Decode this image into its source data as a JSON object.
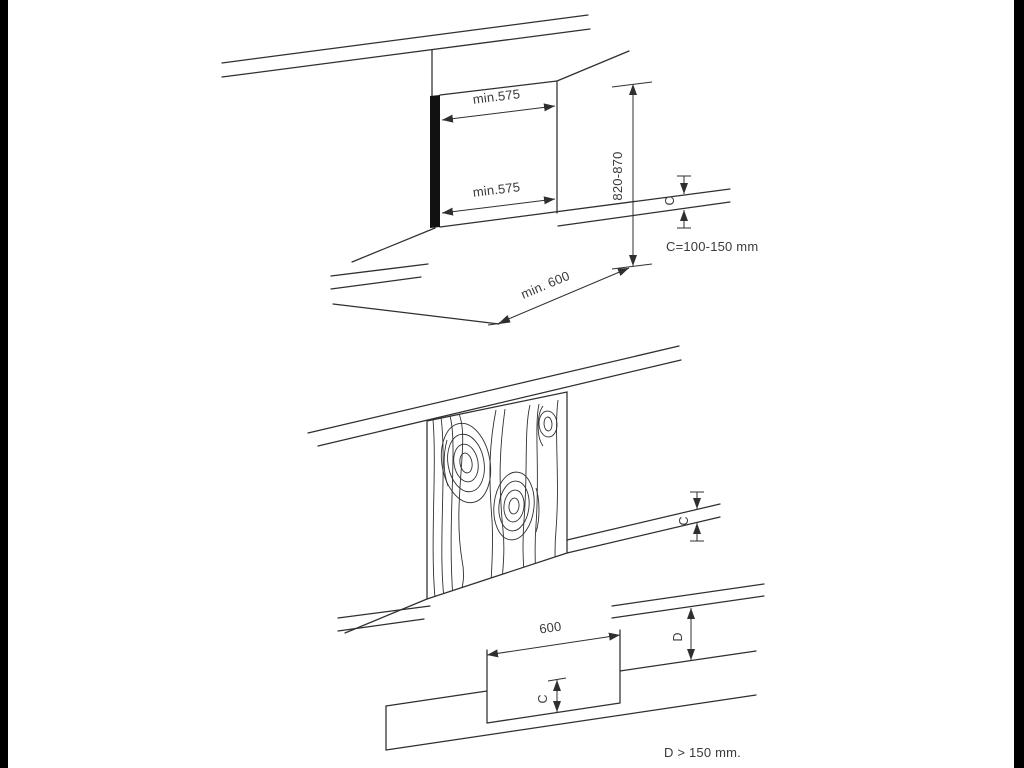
{
  "page": {
    "background": "#ffffff",
    "edge_bar_color": "#000000",
    "line_color": "#2f2f2f",
    "text_color": "#3a3a3a",
    "panel_fill": "#ffffff",
    "ink": "#111111"
  },
  "top_diagram": {
    "dim_width_top": "min.575",
    "dim_width_bottom": "min.575",
    "dim_height": "820-870",
    "dim_depth": "min. 600",
    "label_c": "C",
    "note_c": "C=100-150 mm"
  },
  "bottom_diagram": {
    "label_c_upper": "C",
    "dim_width": "600",
    "label_d": "D",
    "label_c_lower": "C",
    "note_d": "D > 150 mm."
  }
}
